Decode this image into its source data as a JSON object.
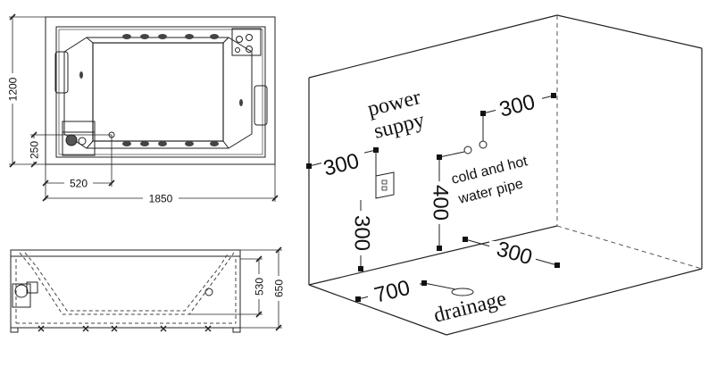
{
  "plan_view": {
    "dims": {
      "width_total": "1850",
      "height_total": "1200",
      "drain_offset_x": "520",
      "drain_offset_y": "250"
    }
  },
  "side_view": {
    "dims": {
      "inner_height": "530",
      "outer_height": "650"
    }
  },
  "room_view": {
    "labels": {
      "power_line1": "power",
      "power_line2": "suppy",
      "water_line1": "cold and hot",
      "water_line2": "water pipe",
      "drainage": "drainage"
    },
    "dims": {
      "power_from_wall": "300",
      "power_height": "300",
      "pipe_from_wall": "300",
      "pipe_height": "400",
      "drain_from_side": "300",
      "drain_from_back": "700"
    }
  }
}
